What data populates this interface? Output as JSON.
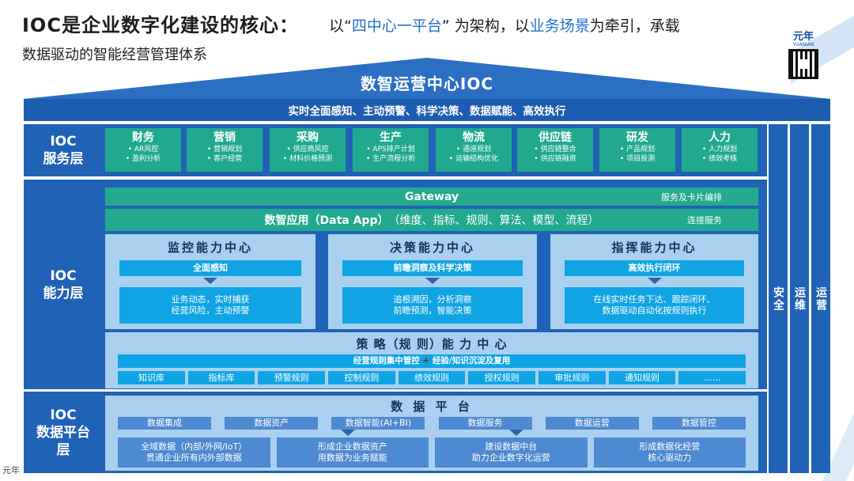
{
  "header": {
    "title_bold": "IOC是企业数字化建设的核心：",
    "title_rest_1": "以“",
    "title_hl_1": "四中心一平台",
    "title_rest_2": "” 为架构，以",
    "title_hl_2": "业务场景",
    "title_rest_3": "为牵引，承载",
    "subtitle": "数据驱动的智能经营管理体系"
  },
  "logo": {
    "word": "元年",
    "sub": "YUANIAN"
  },
  "roof": {
    "title": "数智运营中心IOC",
    "banner": "实时全面感知、主动预警、科学决策、数据赋能、高效执行"
  },
  "side_columns": [
    "安全",
    "运维",
    "运营"
  ],
  "service_layer": {
    "label": "IOC\n服务层",
    "cards": [
      {
        "title": "财务",
        "items": [
          "• AR风控",
          "• 盈利分析"
        ]
      },
      {
        "title": "营销",
        "items": [
          "• 营销规划",
          "• 客户经营"
        ]
      },
      {
        "title": "采购",
        "items": [
          "• 供应商风控",
          "• 材料价格预测"
        ]
      },
      {
        "title": "生产",
        "items": [
          "• APS排产计划",
          "• 生产流程分析"
        ]
      },
      {
        "title": "物流",
        "items": [
          "• 通道规划",
          "• 运输结构优化"
        ]
      },
      {
        "title": "供应链",
        "items": [
          "• 供应链整合",
          "• 供应链融资"
        ]
      },
      {
        "title": "研发",
        "items": [
          "• 产品规划",
          "• 项目投测"
        ]
      },
      {
        "title": "人力",
        "items": [
          "• 人力规划",
          "• 绩效考核"
        ]
      }
    ]
  },
  "capability_layer": {
    "label": "IOC\n能力层",
    "gateway": "Gateway",
    "gateway_right": "服务及卡片编排",
    "data_app": "数智应用（Data App）",
    "data_app_detail": "（维度、指标、规则、算法、模型、流程）",
    "data_app_right": "连接服务",
    "centers": [
      {
        "title": "监控能力中心",
        "bar": "全面感知",
        "body": [
          "业务动态，实时捕获",
          "经营风险，主动预警"
        ]
      },
      {
        "title": "决策能力中心",
        "bar": "前瞻洞察及科学决策",
        "body": [
          "追根溯因，分析洞察",
          "前瞻预测，智能决策"
        ]
      },
      {
        "title": "指挥能力中心",
        "bar": "高效执行闭环",
        "body": [
          "在线实时任务下达、跟踪闭环、",
          "数据驱动自动化按规则执行"
        ]
      }
    ],
    "strategy": {
      "title": "策 略（规 则）能 力 中 心",
      "bar_left": "经营规则集中管控",
      "bar_plus": "+",
      "bar_right": "经验/知识沉淀及复用",
      "items": [
        "知识库",
        "指标库",
        "预警规则",
        "控制规则",
        "绩效规则",
        "授权规则",
        "审批规则",
        "通知规则",
        "......"
      ]
    }
  },
  "data_layer": {
    "label": "IOC\n数据平台\n层",
    "title": "数 据 平 台",
    "items": [
      "数据集成",
      "数据资产",
      "数据智能(AI+BI)",
      "数据服务",
      "数据运营",
      "数据管控"
    ],
    "big": [
      [
        "全域数据（内部/外网/IoT）",
        "贯通企业所有内外部数据"
      ],
      [
        "形成企业数据资产",
        "用数据为业务赋能"
      ],
      [
        "建设数据中台",
        "助力企业数字化运营"
      ],
      [
        "形成数据化经营",
        "核心驱动力"
      ]
    ]
  },
  "watermark": "元年"
}
